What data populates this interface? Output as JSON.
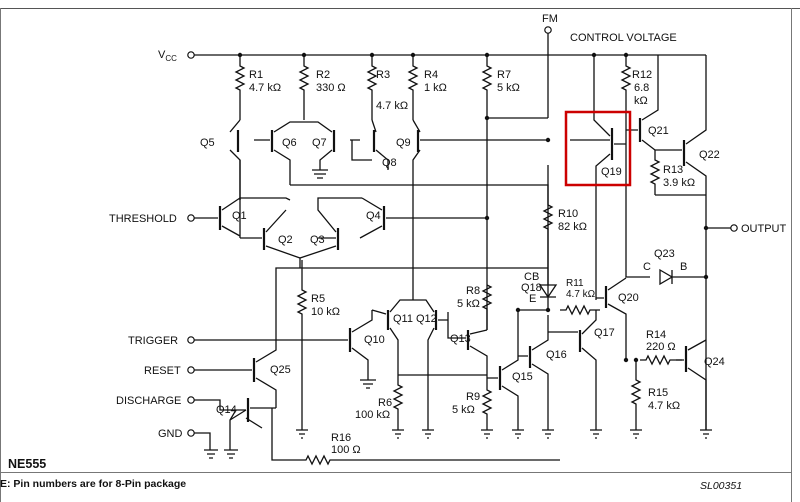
{
  "title": "NE555",
  "note": "E:   Pin numbers are for 8-Pin package",
  "code": "SL00351",
  "highlight_color": "#cc0000",
  "pins": {
    "vcc": "V",
    "vcc_sub": "CC",
    "fm": "FM",
    "control": "CONTROL VOLTAGE",
    "threshold": "THRESHOLD",
    "trigger": "TRIGGER",
    "reset": "RESET",
    "discharge": "DISCHARGE",
    "gnd": "GND",
    "output": "OUTPUT"
  },
  "transistors": {
    "q1": "Q1",
    "q2": "Q2",
    "q3": "Q3",
    "q4": "Q4",
    "q5": "Q5",
    "q6": "Q6",
    "q7": "Q7",
    "q8": "Q8",
    "q9": "Q9",
    "q10": "Q10",
    "q11": "Q11",
    "q12": "Q12",
    "q13": "Q13",
    "q14": "Q14",
    "q15": "Q15",
    "q16": "Q16",
    "q17": "Q17",
    "q18": "Q18",
    "q19": "Q19",
    "q20": "Q20",
    "q21": "Q21",
    "q22": "Q22",
    "q23": "Q23",
    "q24": "Q24",
    "q25": "Q25"
  },
  "resistors": {
    "r1": "R1",
    "r1v": "4.7 kΩ",
    "r2": "R2",
    "r2v": "330 Ω",
    "r3": "R3",
    "r3v": "4.7 kΩ",
    "r4": "R4",
    "r4v": "1 kΩ",
    "r5": "R5",
    "r5v": "10 kΩ",
    "r6": "R6",
    "r6v": "100 kΩ",
    "r7": "R7",
    "r7v": "5 kΩ",
    "r8": "R8",
    "r8v": "5 kΩ",
    "r9": "R9",
    "r9v": "5 kΩ",
    "r10": "R10",
    "r10v": "82 kΩ",
    "r11": "R11",
    "r11v": "4.7 kΩ",
    "r12": "R12",
    "r12v1": "6.8",
    "r12v2": "kΩ",
    "r13": "R13",
    "r13v": "3.9 kΩ",
    "r14": "R14",
    "r14v": "220 Ω",
    "r15": "R15",
    "r15v": "4.7 kΩ",
    "r16": "R16",
    "r16v": "100 Ω"
  },
  "q18_pins": {
    "cb": "CB",
    "e": "E"
  },
  "q23_pins": {
    "c": "C",
    "b": "B"
  }
}
